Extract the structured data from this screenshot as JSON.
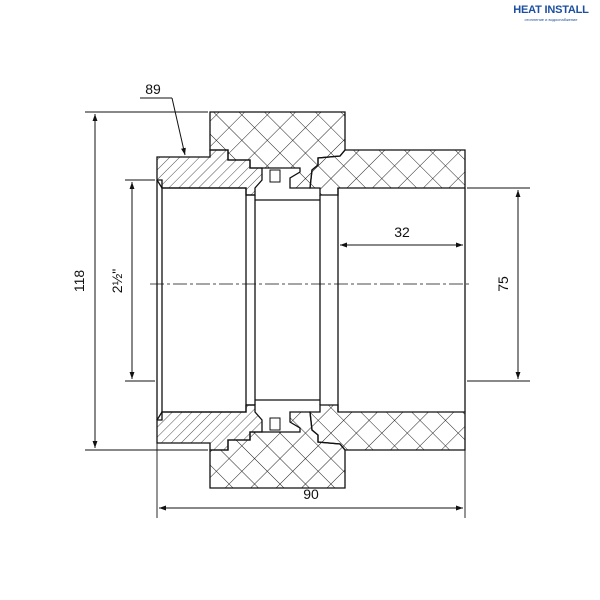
{
  "logo": {
    "title": "HEAT INSTALL",
    "subtitle": "отопление и водоснабжение"
  },
  "dimensions": {
    "item_number": "89",
    "overall_height": "118",
    "thread_size": "2½\"",
    "socket_depth": "32",
    "socket_diameter": "75",
    "overall_length": "90"
  },
  "colors": {
    "line": "#111111",
    "hatch": "#222222",
    "brand_blue": "#1c4fa0",
    "brand_red": "#d8262f"
  }
}
